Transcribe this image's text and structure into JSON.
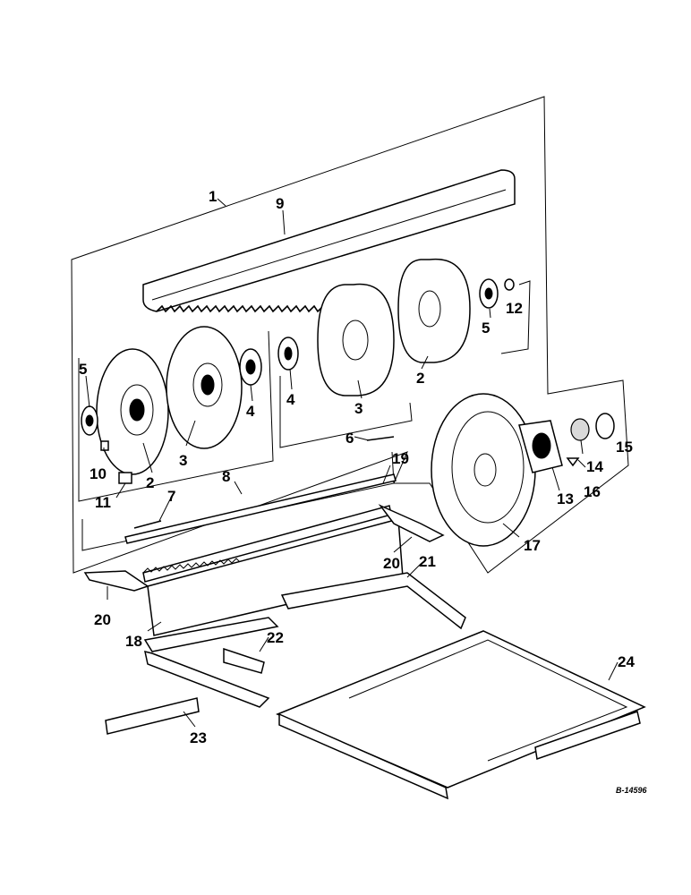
{
  "callouts": [
    "1",
    "2",
    "2",
    "3",
    "3",
    "4",
    "4",
    "5",
    "5",
    "6",
    "7",
    "8",
    "9",
    "10",
    "11",
    "12",
    "13",
    "14",
    "15",
    "16",
    "17",
    "18",
    "19",
    "20",
    "20",
    "21",
    "22",
    "23",
    "24"
  ],
  "drawing_code": "B-14596"
}
